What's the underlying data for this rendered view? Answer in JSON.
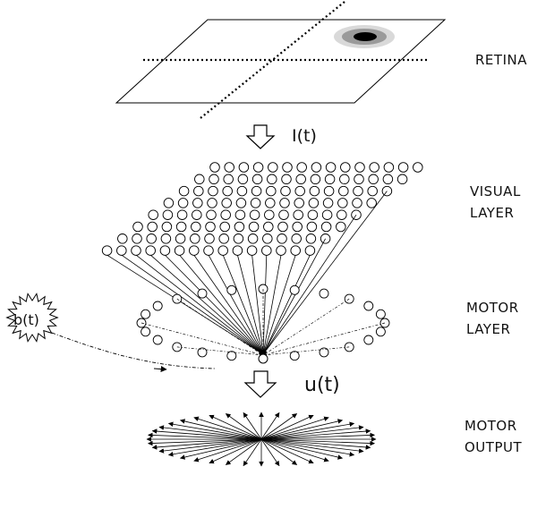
{
  "layers": {
    "retina": {
      "label": "RETINA"
    },
    "visual": {
      "label_lines": [
        "VISUAL",
        "LAYER"
      ]
    },
    "motor": {
      "label_lines": [
        "MOTOR",
        "LAYER"
      ]
    },
    "output": {
      "label_lines": [
        "MOTOR",
        "OUTPUT"
      ]
    }
  },
  "signals": {
    "input": "I(t)",
    "bias": "b(t)",
    "motor_command": "u(t)"
  },
  "colors": {
    "stroke": "#000000",
    "text": "#111111",
    "stimulus_outer": "#bdbdbd",
    "stimulus_inner": "#000000"
  },
  "icons": {
    "flow_arrow": "down-hollow-arrow",
    "bias_source": "starburst"
  }
}
